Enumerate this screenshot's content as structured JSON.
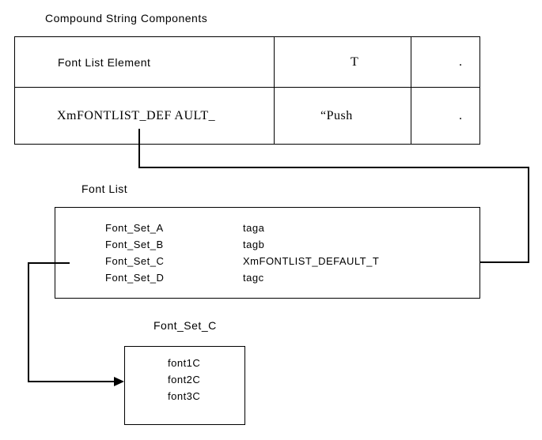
{
  "title": "Compound String Components",
  "components_table": {
    "row1": {
      "element": "Font List Element",
      "text": "T",
      "dot": "."
    },
    "row2": {
      "element": "XmFONTLIST_DEF AULT_",
      "text": "“Push",
      "dot": "."
    }
  },
  "font_list": {
    "label": "Font List",
    "entries": [
      {
        "name": "Font_Set_A",
        "tag": "taga"
      },
      {
        "name": "Font_Set_B",
        "tag": "tagb"
      },
      {
        "name": "Font_Set_C",
        "tag": "XmFONTLIST_DEFAULT_T"
      },
      {
        "name": "Font_Set_D",
        "tag": "tagc"
      }
    ]
  },
  "font_set": {
    "label": "Font_Set_C",
    "fonts": [
      "font1C",
      "font2C",
      "font3C"
    ]
  },
  "colors": {
    "line": "#000000",
    "background": "#ffffff"
  }
}
